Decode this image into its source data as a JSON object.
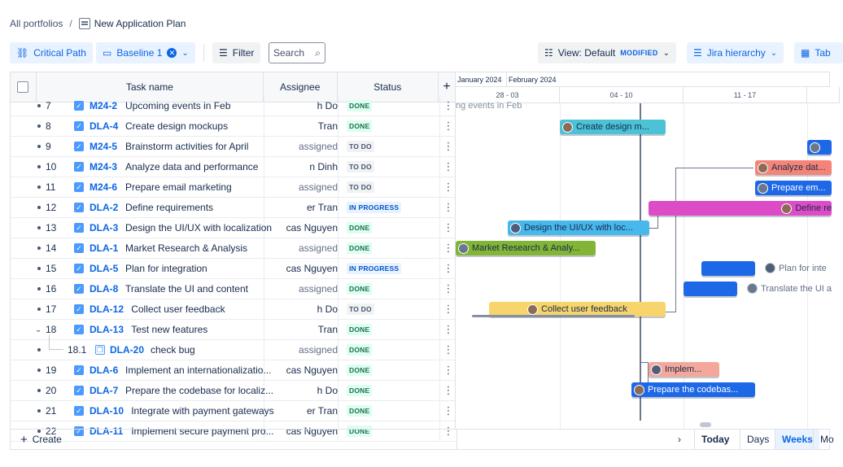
{
  "breadcrumb": {
    "root": "All portfolios",
    "current": "New Application Plan"
  },
  "toolbar": {
    "critical_path": "Critical Path",
    "baseline": "Baseline 1",
    "filter": "Filter",
    "search_placeholder": "Search",
    "view_label": "View: Default",
    "view_badge": "MODIFIED",
    "hierarchy": "Jira hierarchy",
    "table_label": "Tab"
  },
  "table": {
    "headers": {
      "task": "Task name",
      "assignee": "Assignee",
      "status": "Status",
      "add": "+"
    },
    "rows": [
      {
        "num": "7",
        "key": "M24-2",
        "name": "Upcoming events in Feb",
        "assignee": "h Do",
        "status": "DONE",
        "st": "done"
      },
      {
        "num": "8",
        "key": "DLA-4",
        "name": "Create design mockups",
        "assignee": "Tran",
        "status": "DONE",
        "st": "done"
      },
      {
        "num": "9",
        "key": "M24-5",
        "name": "Brainstorm activities for April",
        "assignee": "assigned",
        "status": "TO DO",
        "st": "todo"
      },
      {
        "num": "10",
        "key": "M24-3",
        "name": "Analyze data and performance",
        "assignee": "n Dinh",
        "status": "TO DO",
        "st": "todo"
      },
      {
        "num": "11",
        "key": "M24-6",
        "name": "Prepare email marketing",
        "assignee": "assigned",
        "status": "TO DO",
        "st": "todo"
      },
      {
        "num": "12",
        "key": "DLA-2",
        "name": "Define requirements",
        "assignee": "er Tran",
        "status": "IN PROGRESS",
        "st": "prog"
      },
      {
        "num": "13",
        "key": "DLA-3",
        "name": "Design the UI/UX with localization",
        "assignee": "cas Nguyen",
        "status": "DONE",
        "st": "done"
      },
      {
        "num": "14",
        "key": "DLA-1",
        "name": "Market Research & Analysis",
        "assignee": "assigned",
        "status": "DONE",
        "st": "done"
      },
      {
        "num": "15",
        "key": "DLA-5",
        "name": "Plan for integration",
        "assignee": "cas Nguyen",
        "status": "IN PROGRESS",
        "st": "prog"
      },
      {
        "num": "16",
        "key": "DLA-8",
        "name": "Translate the UI and content",
        "assignee": "assigned",
        "status": "DONE",
        "st": "done"
      },
      {
        "num": "17",
        "key": "DLA-12",
        "name": "Collect user feedback",
        "assignee": "h Do",
        "status": "TO DO",
        "st": "todo"
      },
      {
        "num": "18",
        "key": "DLA-13",
        "name": "Test new features",
        "assignee": "Tran",
        "status": "DONE",
        "st": "done"
      },
      {
        "num": "18.1",
        "key": "DLA-20",
        "name": "check bug",
        "assignee": "assigned",
        "status": "DONE",
        "st": "done"
      },
      {
        "num": "19",
        "key": "DLA-6",
        "name": "Implement an internationalizatio...",
        "assignee": "cas Nguyen",
        "status": "DONE",
        "st": "done"
      },
      {
        "num": "20",
        "key": "DLA-7",
        "name": "Prepare the codebase for localiz...",
        "assignee": "h Do",
        "status": "DONE",
        "st": "done"
      },
      {
        "num": "21",
        "key": "DLA-10",
        "name": "Integrate with payment gateways",
        "assignee": "er Tran",
        "status": "DONE",
        "st": "done"
      },
      {
        "num": "22",
        "key": "DLA-11",
        "name": "Implement secure payment pro...",
        "assignee": "cas Nguyen",
        "status": "DONE",
        "st": "done"
      }
    ]
  },
  "footer": {
    "create": "Create",
    "next": "›",
    "today": "Today",
    "days": "Days",
    "weeks": "Weeks",
    "months": "Mo"
  },
  "gantt": {
    "months": [
      "January 2024",
      "February 2024"
    ],
    "weeks": [
      "28 - 03",
      "04 - 10",
      "11 - 17"
    ],
    "ghost_text": "ng events in Feb",
    "bars": {
      "create_design": "Create design m...",
      "analyze": "Analyze dat...",
      "prepare_em": "Prepare em...",
      "define": "Define re",
      "design_ui": "Design the UI/UX with loc...",
      "market": "Market Research & Analy...",
      "plan_label": "Plan for inte",
      "translate_label": "Translate the UI a",
      "collect": "Collect user feedback",
      "implem": "Implem...",
      "prepare_code": "Prepare the codebas..."
    },
    "colors": {
      "teal": "#4bc2d6",
      "blue": "#1d68e6",
      "red": "#f58478",
      "magenta": "#db4cc6",
      "cyan": "#47b8eb",
      "green": "#82b536",
      "yellow": "#f8d46d",
      "salmon": "#f4a89b"
    }
  }
}
